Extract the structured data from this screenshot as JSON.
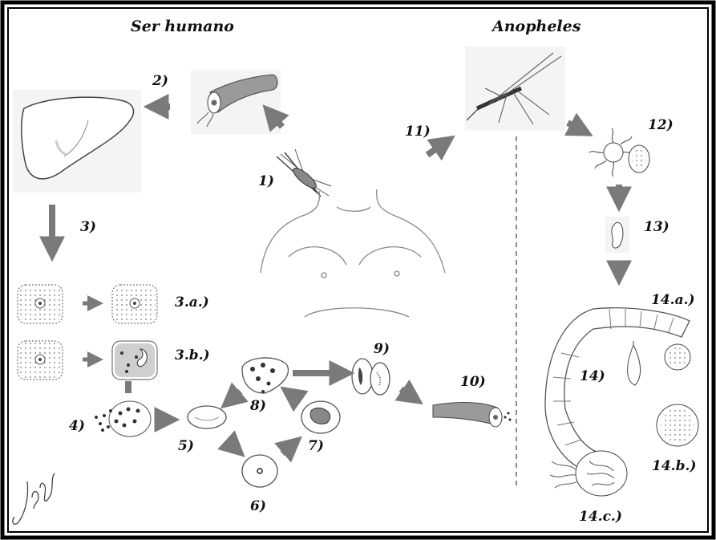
{
  "headers": {
    "human": "Ser humano",
    "mosquito": "Anopheles"
  },
  "steps": {
    "s1": "1)",
    "s2": "2)",
    "s3": "3)",
    "s3a": "3.a.)",
    "s3b": "3.b.)",
    "s4": "4)",
    "s5": "5)",
    "s6": "6)",
    "s7": "7)",
    "s8": "8)",
    "s9": "9)",
    "s10": "10)",
    "s11": "11)",
    "s12": "12)",
    "s13": "13)",
    "s14": "14)",
    "s14a": "14.a.)",
    "s14b": "14.b.)",
    "s14c": "14.c.)"
  },
  "colors": {
    "border": "#000000",
    "arrow": "#7a7a7a",
    "drawing": "#555555",
    "divider": "#666666"
  },
  "signature": "Jeúy"
}
